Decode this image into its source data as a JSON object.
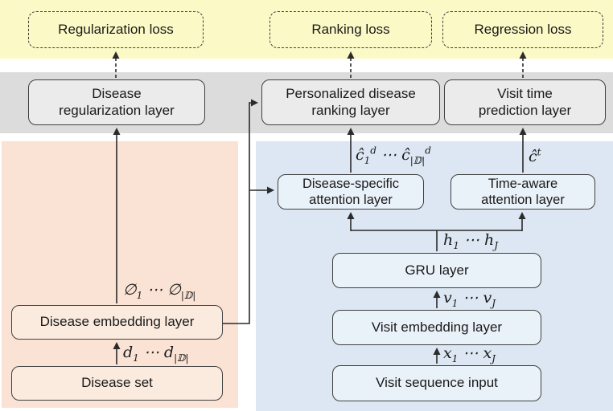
{
  "colors": {
    "loss_band": "#FBFAC6",
    "output_band": "#DCDCDC",
    "disease_region": "#FAE3D4",
    "visit_region": "#DCE7F3",
    "box_border": "#404040",
    "arrow": "#2b2b2b"
  },
  "loss_band": {
    "items": [
      {
        "label": "Regularization loss"
      },
      {
        "label": "Ranking loss"
      },
      {
        "label": "Regression loss"
      }
    ]
  },
  "output_band": {
    "items": [
      {
        "label": "Disease\nregularization layer"
      },
      {
        "label": "Personalized disease\nranking layer"
      },
      {
        "label": "Visit time\nprediction layer"
      }
    ]
  },
  "disease_branch": {
    "embedding_label": "Disease embedding layer",
    "set_label": "Disease set",
    "phi_math": "∅_{1} ⋯ ∅_{|𝔻|}",
    "d_math": "d_{1} ⋯ d_{|𝔻|}"
  },
  "visit_branch": {
    "disease_attention_label": "Disease-specific\nattention layer",
    "time_attention_label": "Time-aware\nattention layer",
    "gru_label": "GRU layer",
    "visit_embedding_label": "Visit embedding layer",
    "visit_input_label": "Visit sequence input",
    "c_d_math": "ĉ_{1}^{d} ⋯ ĉ_{|𝔻|}^{d}",
    "c_t_math": "ĉ^{t}",
    "h_math": "h_{1} ⋯ h_{J}",
    "v_math": "v_{1} ⋯ v_{J}",
    "x_math": "x_{1} ⋯ x_{J}"
  }
}
